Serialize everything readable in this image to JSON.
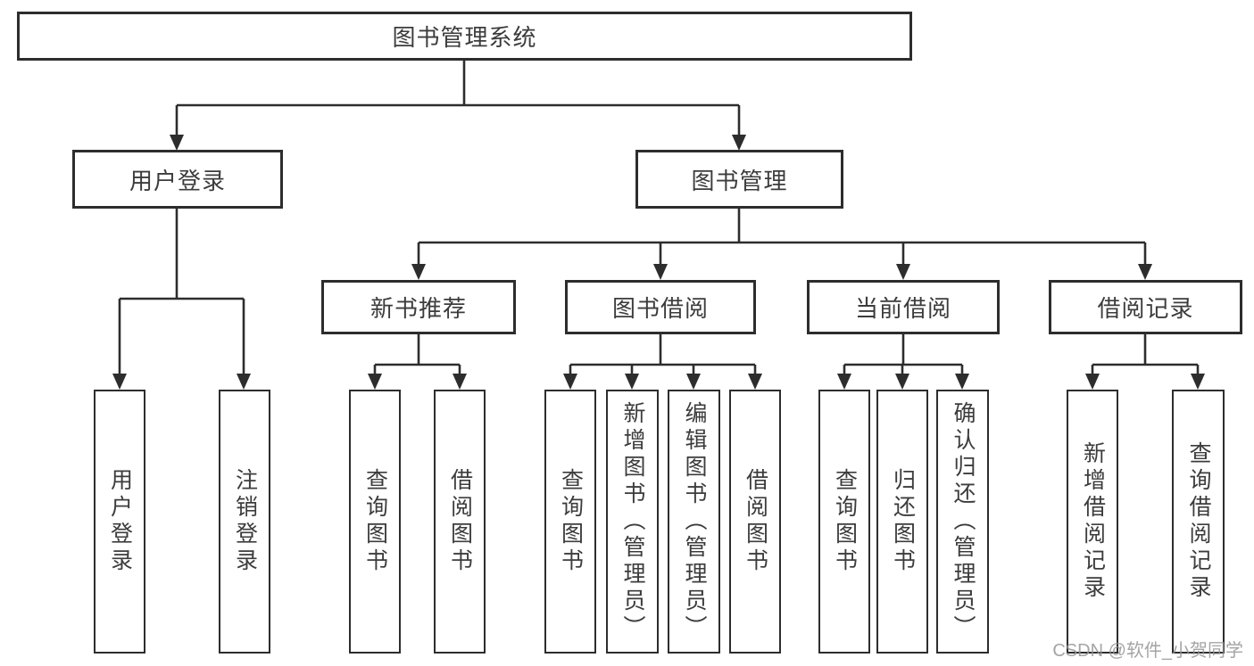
{
  "tree": {
    "label": "图书管理系统",
    "children": [
      {
        "label": "用户登录",
        "leaves": [
          "用户登录",
          "注销登录"
        ]
      },
      {
        "label": "图书管理",
        "children": [
          {
            "label": "新书推荐",
            "leaves": [
              "查询图书",
              "借阅图书"
            ]
          },
          {
            "label": "图书借阅",
            "leaves": [
              "查询图书",
              "新增图书（管理员）",
              "编辑图书（管理员）",
              "借阅图书"
            ]
          },
          {
            "label": "当前借阅",
            "leaves": [
              "查询图书",
              "归还图书",
              "确认归还（管理员）"
            ]
          },
          {
            "label": "借阅记录",
            "leaves": [
              "新增借阅记录",
              "查询借阅记录"
            ]
          }
        ]
      }
    ]
  },
  "watermark": "CSDN @软件_小贺同学",
  "colors": {
    "line": "#2d2d2d",
    "text": "#3c3c3c",
    "watermark": "#949494",
    "background": "#ffffff"
  }
}
